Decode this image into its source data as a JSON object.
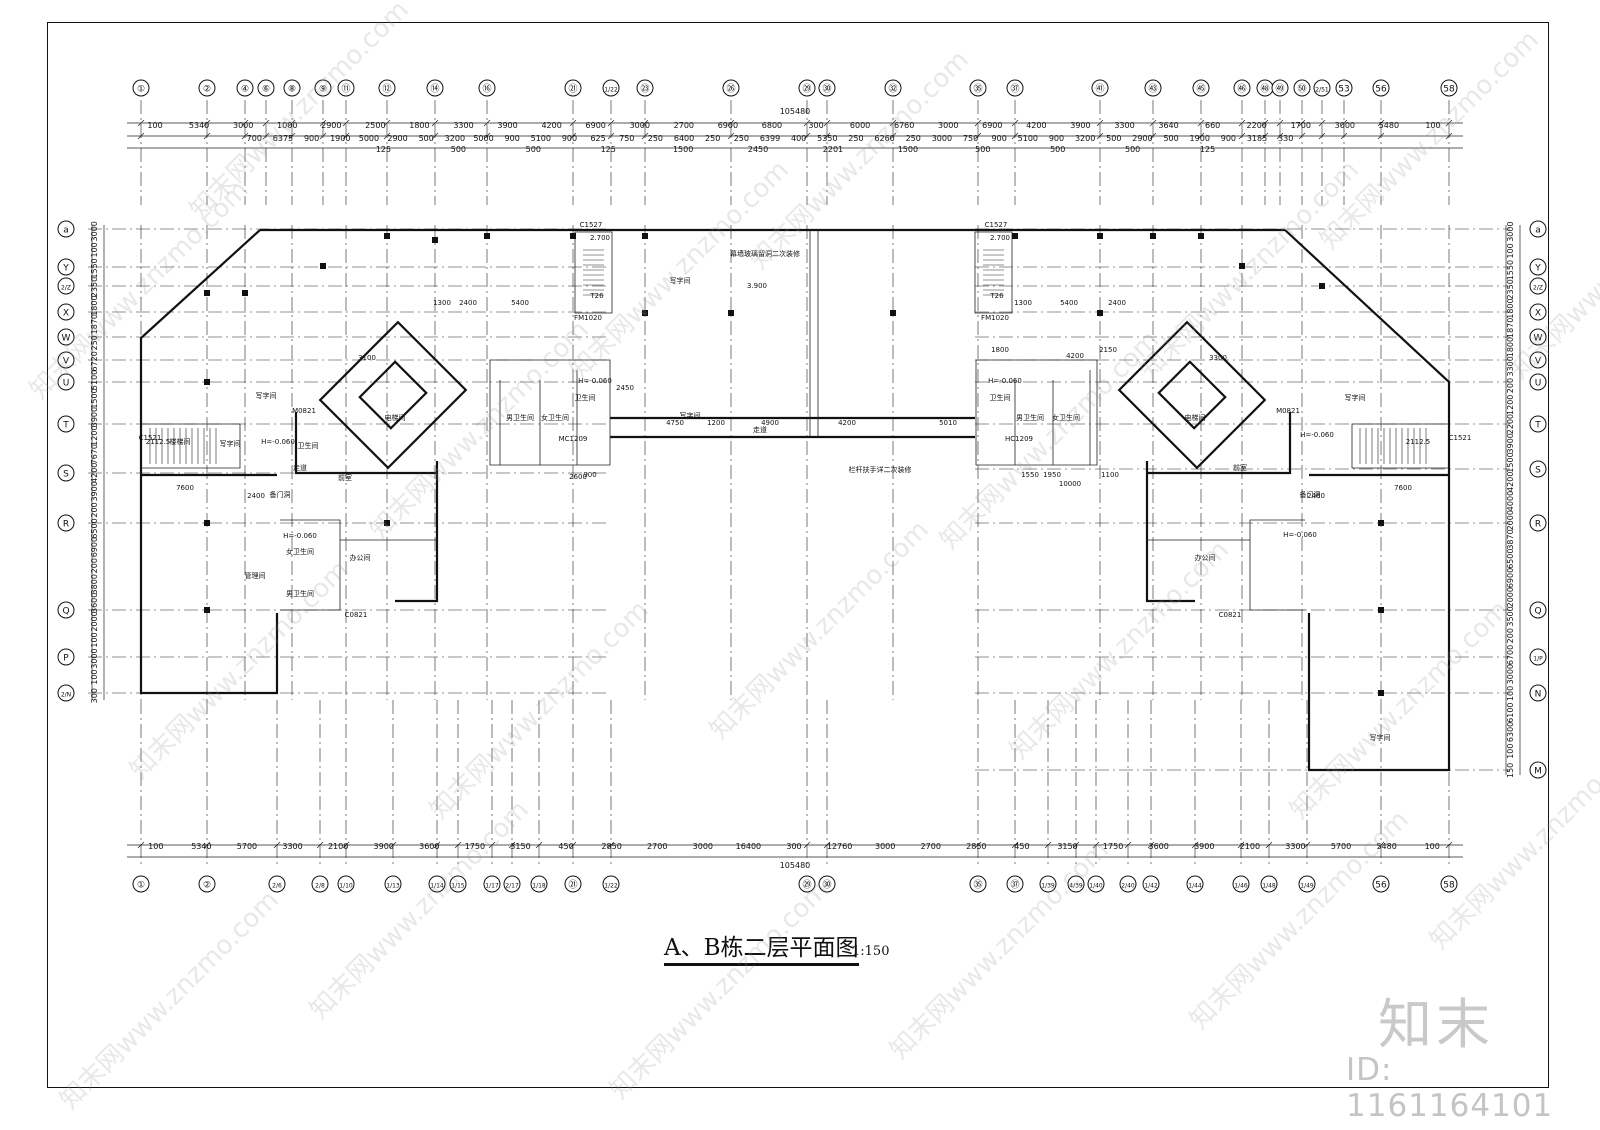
{
  "drawing": {
    "title": "A、B栋二层平面图",
    "scale": "1:150",
    "total_dimension": "105480"
  },
  "grid_axes": {
    "top": [
      "①",
      "②",
      "④",
      "⑥",
      "⑧",
      "⑨",
      "⑪",
      "⑫",
      "⑭",
      "⑯",
      "㉑",
      "1/22",
      "㉓",
      "㉖",
      "㉙",
      "㉚",
      "㉜",
      "㉟",
      "㊲",
      "㊶",
      "㊸",
      "㊺",
      "㊻",
      "㊽",
      "㊾",
      "㊿",
      "2/51",
      "53",
      "56",
      "58"
    ],
    "bottom": [
      "①",
      "②",
      "2/6",
      "2/8",
      "1/10",
      "1/13",
      "1/14",
      "1/15",
      "1/17",
      "2/17",
      "1/18",
      "㉑",
      "1/22",
      "㉙",
      "㉚",
      "㉟",
      "㊲",
      "1/39",
      "4/39",
      "1/40",
      "2/40",
      "1/42",
      "1/44",
      "1/46",
      "1/48",
      "1/49",
      "56",
      "58"
    ],
    "left": [
      "a",
      "Y",
      "2/Z",
      "X",
      "W",
      "V",
      "U",
      "T",
      "S",
      "R",
      "Q",
      "P",
      "2/N"
    ],
    "right": [
      "a",
      "Y",
      "2/Z",
      "X",
      "W",
      "V",
      "U",
      "T",
      "S",
      "R",
      "Q",
      "1/P",
      "N",
      "M"
    ]
  },
  "dimensions": {
    "top_row1": [
      "100",
      "5340",
      "3000",
      "1000",
      "2900",
      "2500",
      "1800",
      "3300",
      "3900",
      "4200",
      "6900",
      "3000",
      "2700",
      "6900",
      "6800",
      "300",
      "6000",
      "6760",
      "3000",
      "6900",
      "4200",
      "3900",
      "3300",
      "3640",
      "660",
      "2200",
      "1700",
      "3000",
      "5480",
      "100"
    ],
    "top_row2": [
      "700",
      "6375",
      "900",
      "1900",
      "5000",
      "2900",
      "500",
      "3200",
      "5000",
      "900",
      "5100",
      "900",
      "625",
      "750",
      "250",
      "6400",
      "250",
      "250",
      "6399",
      "400",
      "5350",
      "250",
      "6260",
      "250",
      "3000",
      "750",
      "900",
      "5100",
      "900",
      "3200",
      "500",
      "2900",
      "500",
      "1900",
      "900",
      "3185",
      "330"
    ],
    "top_row3": [
      "125",
      "500",
      "500",
      "125",
      "1500",
      "2450",
      "2201",
      "1500",
      "500",
      "500",
      "500",
      "125"
    ],
    "bottom_row": [
      "100",
      "5340",
      "5700",
      "3300",
      "2100",
      "3900",
      "3600",
      "1750",
      "3150",
      "450",
      "2850",
      "2700",
      "3000",
      "16400",
      "300",
      "12760",
      "3000",
      "2700",
      "2850",
      "450",
      "3150",
      "1750",
      "3600",
      "3900",
      "2100",
      "3300",
      "5700",
      "5480",
      "100"
    ],
    "left_col": [
      "3000",
      "100",
      "1550",
      "2350",
      "1800",
      "1870",
      "250",
      "6720",
      "5100",
      "1500",
      "3900",
      "1200",
      "7670",
      "4200",
      "3900",
      "200",
      "6500",
      "6900",
      "200",
      "3800",
      "3600",
      "2000",
      "100",
      "3000",
      "100",
      "300"
    ],
    "right_col": [
      "3000",
      "100",
      "1550",
      "2350",
      "1800",
      "1870",
      "1800",
      "3300",
      "200",
      "1200",
      "2200",
      "3900",
      "1500",
      "4200",
      "4000",
      "2000",
      "3870",
      "6500",
      "6900",
      "2000",
      "3500",
      "200",
      "6700",
      "3000",
      "100",
      "6100",
      "6300",
      "100",
      "150"
    ]
  },
  "room_labels": {
    "left": [
      "写字间",
      "写字间",
      "办公间",
      "卫生间",
      "男卫生间",
      "女卫生间",
      "电梯间",
      "走道",
      "前室",
      "管理间",
      "楼梯间",
      "备门洞"
    ],
    "center": [
      "写字间",
      "写字间",
      "卫生间",
      "男卫生间",
      "女卫生间",
      "走道",
      "幕墙玻璃留洞二次装修",
      "栏杆扶手详二次装修"
    ],
    "right": [
      "写字间",
      "写字间",
      "卫生间",
      "男卫生间",
      "女卫生间",
      "电梯间",
      "前室",
      "备门洞",
      "办公间"
    ]
  },
  "elevations": [
    "H=-0.060",
    "H=-0.060",
    "H=-0.060",
    "H=-0.060",
    "H=-0.060",
    "H=-0.060",
    "2.700",
    "2.700",
    "3.900",
    "2112.5",
    "2112.5"
  ],
  "dim_callouts": [
    "2400",
    "2400",
    "7600",
    "7600",
    "5400",
    "5400",
    "2400",
    "2400",
    "1300",
    "1300",
    "2450",
    "2600",
    "3100",
    "3300",
    "4200",
    "5010",
    "4750",
    "4900",
    "4200",
    "1200",
    "1800",
    "2150",
    "900",
    "1550",
    "1950",
    "1100",
    "10000"
  ],
  "door_window_tags": [
    "C1527",
    "C1527",
    "T26",
    "T26",
    "M0821",
    "M0821",
    "MC1209",
    "HC1209",
    "C0821",
    "C0821",
    "FM1020",
    "FM1020",
    "C1521",
    "C1521"
  ],
  "watermark": "知末网www.znzmo.com",
  "logo": "知末",
  "id_tag": "ID: 1161164101",
  "colors": {
    "line": "#111111",
    "watermark": "#9a9a9a",
    "logo": "#c9c9c9"
  }
}
